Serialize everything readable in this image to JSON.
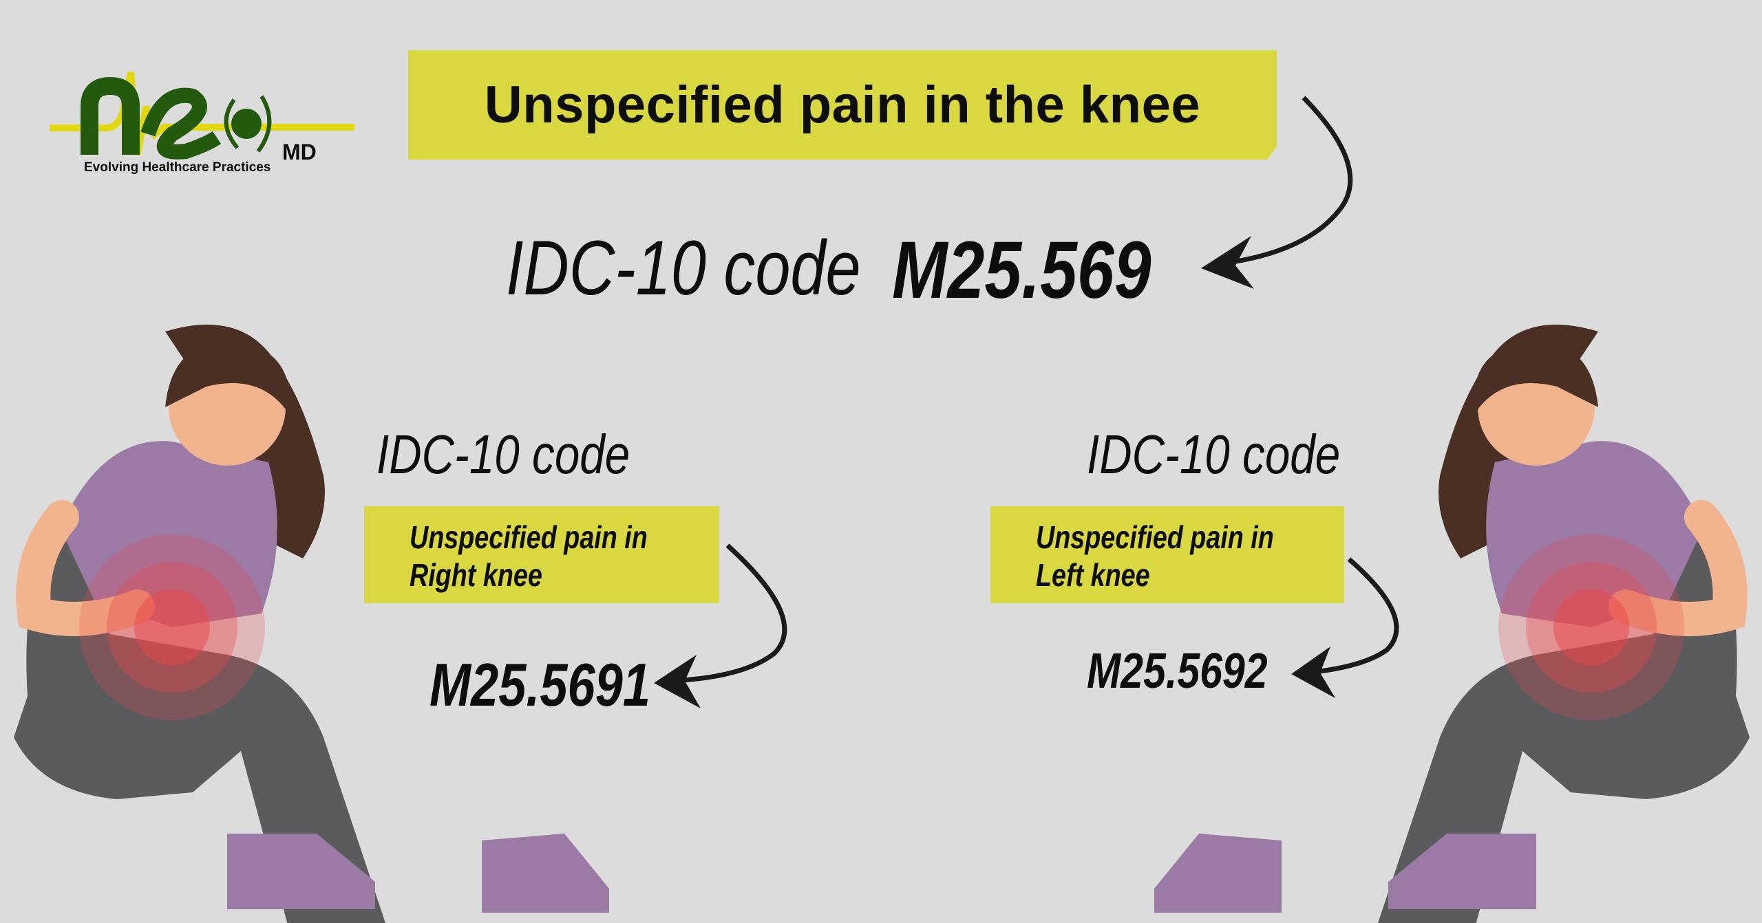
{
  "logo": {
    "text": "neo",
    "suffix": "MD",
    "tagline": "Evolving Healthcare Practices"
  },
  "header": {
    "title": "Unspecified pain in the knee"
  },
  "main": {
    "label": "IDC-10 code",
    "code": "M25.569"
  },
  "right_knee": {
    "label": "IDC-10 code",
    "line1": "Unspecified pain in",
    "line2": "Right knee",
    "code": "M25.5691"
  },
  "left_knee": {
    "label": "IDC-10 code",
    "line1": "Unspecified pain in",
    "line2": "Left knee",
    "code": "M25.5692"
  },
  "colors": {
    "background": "#dcdcdc",
    "highlight": "#d9d840",
    "logo_green": "#235a0e",
    "logo_yellow": "#e2d812",
    "pain_red": "#e8474a",
    "shirt": "#9b7aa6"
  }
}
